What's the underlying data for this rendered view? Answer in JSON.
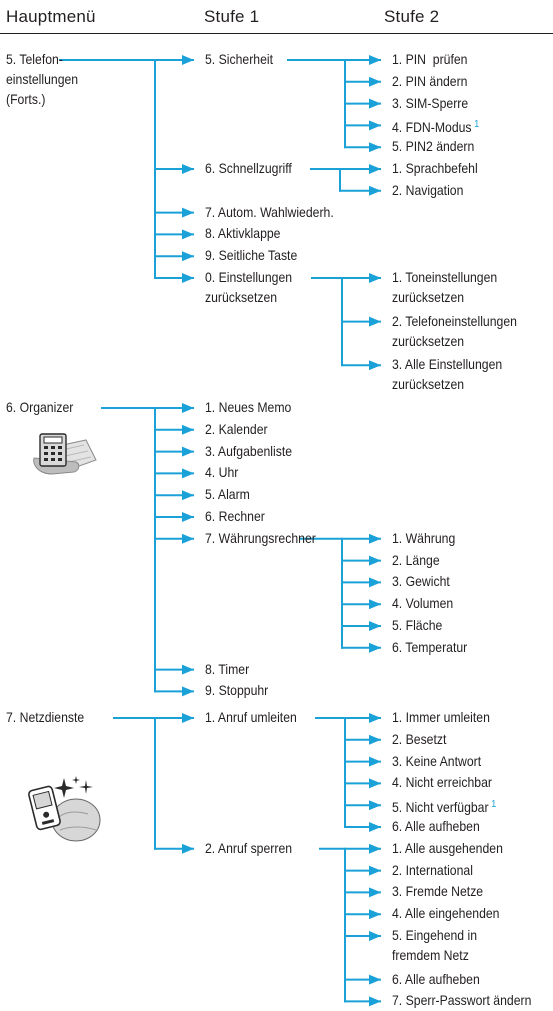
{
  "colors": {
    "text": "#231f20",
    "line": "#1aa1d8",
    "arrow": "#1aa1d8"
  },
  "headers": {
    "main_menu": "Hauptmenü",
    "level1": "Stufe 1",
    "level2": "Stufe 2"
  },
  "icons": {
    "organizer": "calculator-notepad-icon",
    "netzdienste": "phone-globe-icon"
  },
  "menus": [
    {
      "label": [
        "5. Telefon-",
        "einstellungen",
        "(Forts.)"
      ],
      "items": [
        {
          "label": [
            "5. Sicherheit"
          ],
          "children": [
            {
              "label": [
                "1. PIN  prüfen"
              ]
            },
            {
              "label": [
                "2. PIN ändern"
              ]
            },
            {
              "label": [
                "3. SIM-Sperre"
              ]
            },
            {
              "label": [
                "4. FDN-Modus"
              ],
              "footnote": "1"
            },
            {
              "label": [
                "5. PIN2 ändern"
              ]
            }
          ]
        },
        {
          "label": [
            "6. Schnellzugriff"
          ],
          "children": [
            {
              "label": [
                "1. Sprachbefehl"
              ]
            },
            {
              "label": [
                "2. Navigation"
              ]
            }
          ]
        },
        {
          "label": [
            "7. Autom. Wahlwiederh."
          ]
        },
        {
          "label": [
            "8. Aktivklappe"
          ]
        },
        {
          "label": [
            "9. Seitliche Taste"
          ]
        },
        {
          "label": [
            "0. Einstellungen",
            "zurücksetzen"
          ],
          "children": [
            {
              "label": [
                "1. Toneinstellungen",
                "zurücksetzen"
              ]
            },
            {
              "label": [
                "2. Telefoneinstellungen",
                "zurücksetzen"
              ]
            },
            {
              "label": [
                "3. Alle Einstellungen",
                "zurücksetzen"
              ]
            }
          ]
        }
      ]
    },
    {
      "label": [
        "6. Organizer"
      ],
      "icon": "organizer",
      "items": [
        {
          "label": [
            "1. Neues Memo"
          ]
        },
        {
          "label": [
            "2. Kalender"
          ]
        },
        {
          "label": [
            "3. Aufgabenliste"
          ]
        },
        {
          "label": [
            "4. Uhr"
          ]
        },
        {
          "label": [
            "5. Alarm"
          ]
        },
        {
          "label": [
            "6. Rechner"
          ]
        },
        {
          "label": [
            "7. Währungsrechner"
          ],
          "children": [
            {
              "label": [
                "1. Währung"
              ]
            },
            {
              "label": [
                "2. Länge"
              ]
            },
            {
              "label": [
                "3. Gewicht"
              ]
            },
            {
              "label": [
                "4. Volumen"
              ]
            },
            {
              "label": [
                "5. Fläche"
              ]
            },
            {
              "label": [
                "6. Temperatur"
              ]
            }
          ]
        },
        {
          "label": [
            "8. Timer"
          ]
        },
        {
          "label": [
            "9. Stoppuhr"
          ]
        }
      ]
    },
    {
      "label": [
        "7. Netzdienste"
      ],
      "icon": "netzdienste",
      "items": [
        {
          "label": [
            "1. Anruf umleiten"
          ],
          "children": [
            {
              "label": [
                "1. Immer umleiten"
              ]
            },
            {
              "label": [
                "2. Besetzt"
              ]
            },
            {
              "label": [
                "3. Keine Antwort"
              ]
            },
            {
              "label": [
                "4. Nicht erreichbar"
              ]
            },
            {
              "label": [
                "5. Nicht verfügbar"
              ],
              "footnote": "1"
            },
            {
              "label": [
                "6. Alle aufheben"
              ]
            }
          ]
        },
        {
          "label": [
            "2. Anruf sperren"
          ],
          "children": [
            {
              "label": [
                "1. Alle ausgehenden"
              ]
            },
            {
              "label": [
                "2. International"
              ]
            },
            {
              "label": [
                "3. Fremde Netze"
              ]
            },
            {
              "label": [
                "4. Alle eingehenden"
              ]
            },
            {
              "label": [
                "5. Eingehend in",
                "fremdem Netz"
              ]
            },
            {
              "label": [
                "6. Alle aufheben"
              ]
            },
            {
              "label": [
                "7. Sperr-Passwort ändern"
              ]
            }
          ]
        }
      ]
    }
  ]
}
